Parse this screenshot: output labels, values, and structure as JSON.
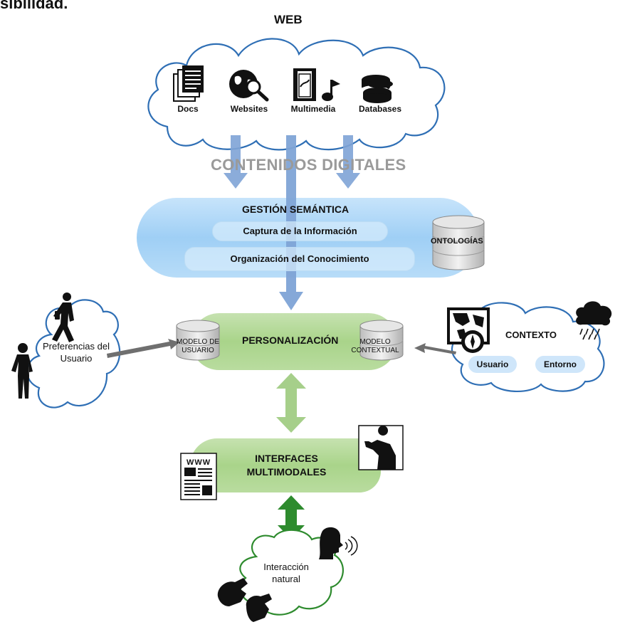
{
  "top_fragment": "sibilidad.",
  "web": {
    "title": "WEB",
    "sources": [
      {
        "label": "Docs",
        "icon": "document-icon"
      },
      {
        "label": "Websites",
        "icon": "globe-search-icon"
      },
      {
        "label": "Multimedia",
        "icon": "film-music-icon"
      },
      {
        "label": "Databases",
        "icon": "database-stack-icon"
      }
    ]
  },
  "contenidos_label": "CONTENIDOS DIGITALES",
  "gestion": {
    "title": "GESTIÓN SEMÁNTICA",
    "captura": "Captura de la Información",
    "organizacion": "Organización del Conocimiento",
    "ontologias": "ONTOLOGÍAS"
  },
  "personalizacion": {
    "title": "PERSONALIZACIÓN",
    "modelo_usuario": "MODELO DE USUARIO",
    "modelo_contextual": "MODELO CONTEXTUAL"
  },
  "preferencias": {
    "label": "Preferencias del Usuario"
  },
  "contexto": {
    "title": "CONTEXTO",
    "usuario": "Usuario",
    "entorno": "Entorno",
    "icons": [
      "map-compass-icon",
      "rain-cloud-icon"
    ]
  },
  "interfaces": {
    "title": "INTERFACES MULTIMODALES",
    "www": "WWW",
    "icons": [
      "web-page-icon",
      "gesture-person-icon"
    ]
  },
  "interaccion": {
    "label": "Interacción natural",
    "icons": [
      "speaking-head-icon",
      "sign-hands-icon"
    ]
  },
  "colors": {
    "cloud_stroke": "#2f6fb5",
    "gestion_fill": "#9fcff5",
    "perso_fill": "#a9d48a",
    "blue_arrow": "#7fa4d6",
    "green_arrow": "#a6cf8a",
    "dark_green_arrow": "#2e8b2e",
    "grey_arrow": "#6f6f6f",
    "contenidos_text": "#9a9a9a"
  }
}
